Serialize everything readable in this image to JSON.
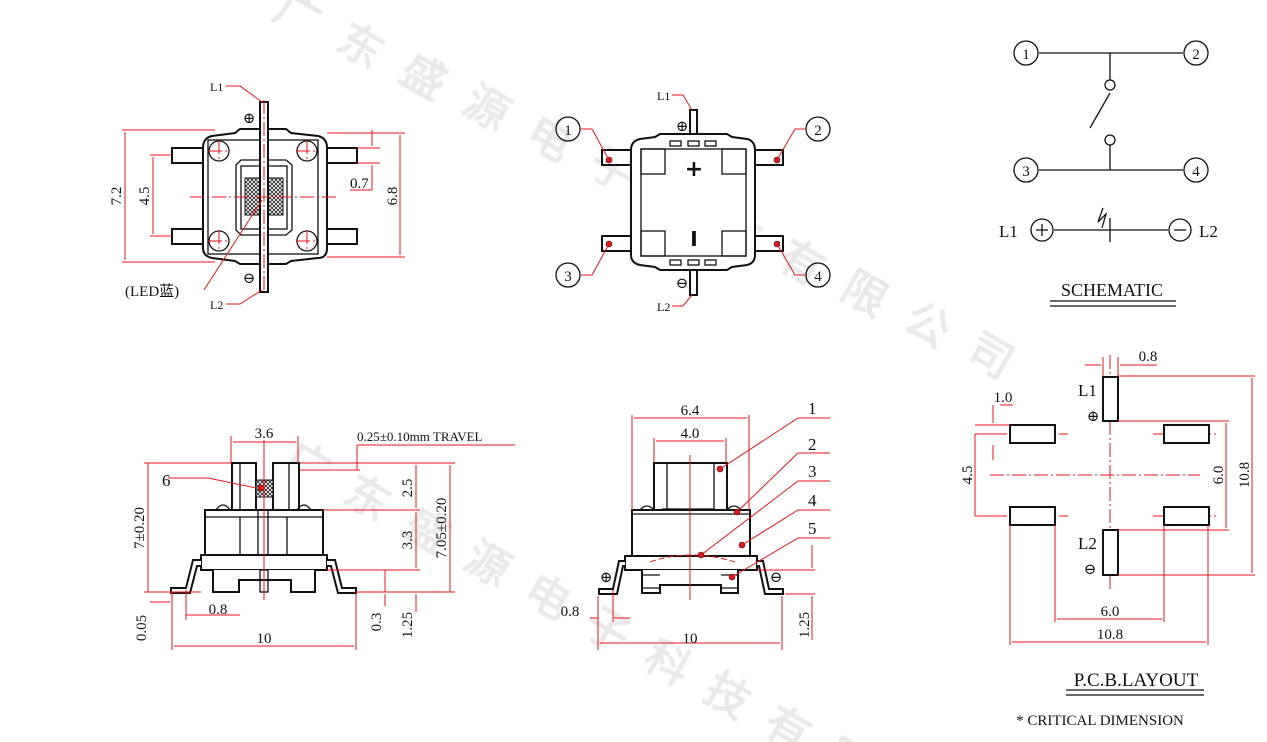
{
  "watermark": "广东盛源电子科技有限公司",
  "colors": {
    "line": "#111111",
    "dimension": "#e8141b",
    "watermark": "#e9e9e9"
  },
  "top_view": {
    "l1": "L1",
    "l2": "L2",
    "led": "(LED蓝)",
    "dim_height": "7.2",
    "dim_pitch": "4.5",
    "dim_body": "6.8",
    "dim_terminal": "0.7",
    "plus": "⊕",
    "minus": "⊖"
  },
  "bottom_view": {
    "l1": "L1",
    "l2": "L2",
    "pins": [
      "1",
      "2",
      "3",
      "4"
    ],
    "plus_mark": "+",
    "minus_mark": "I"
  },
  "schematic": {
    "pins": [
      "1",
      "2",
      "3",
      "4"
    ],
    "l1": "L1",
    "l2": "L2",
    "title": "SCHEMATIC"
  },
  "side_view": {
    "dim_plunger": "3.6",
    "travel": "0.25±0.10mm TRAVEL",
    "dim_total": "7±0.20",
    "dim_plunger_h": "2.5",
    "dim_body_h": "3.3",
    "dim_total2": "7.05±0.20",
    "dim_foot": "0.05",
    "dim_lead": "0.8",
    "dim_width": "10",
    "dim_standoff": "0.3",
    "dim_base": "1.25",
    "callout": "6"
  },
  "front_view": {
    "dim_body": "6.4",
    "dim_plunger": "4.0",
    "callouts": [
      "1",
      "2",
      "3",
      "4",
      "5"
    ],
    "dim_lead": "0.8",
    "dim_width": "10",
    "dim_base": "1.25"
  },
  "pcb": {
    "dim_pad_w": "0.8",
    "dim_pad_h": "1.0",
    "dim_pitch": "4.5",
    "dim_inner_v": "6.0",
    "dim_outer_v": "10.8",
    "dim_inner_h": "6.0",
    "dim_outer_h": "10.8",
    "l1": "L1",
    "l2": "L2",
    "title": "P.C.B.LAYOUT",
    "note": "* CRITICAL  DIMENSION"
  }
}
